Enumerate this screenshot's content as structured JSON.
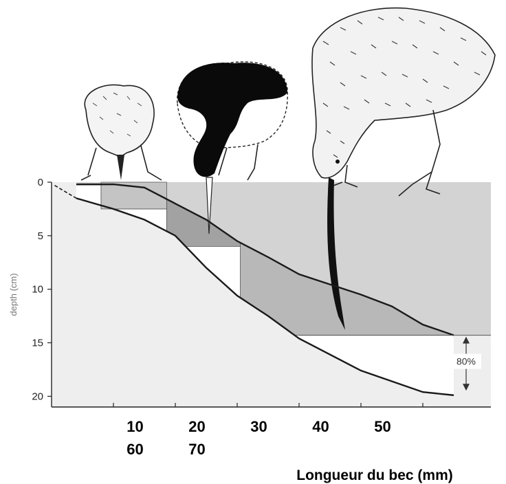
{
  "chart_data": {
    "type": "area",
    "title": "",
    "ylabel": "depth (cm)",
    "xlabel": "Longueur du bec (mm)",
    "ylim": [
      0,
      21
    ],
    "y_inverted": true,
    "y_ticks": [
      0,
      5,
      10,
      15,
      20
    ],
    "x_tick_rows": [
      [
        "10",
        "20",
        "30",
        "40",
        "50"
      ],
      [
        "60",
        "70",
        "",
        "",
        ""
      ]
    ],
    "series": [
      {
        "name": "",
        "x": [
          4,
          10,
          15,
          20,
          25,
          30,
          35,
          40,
          50,
          55,
          60,
          65
        ],
        "values": [
          1.5,
          2.5,
          3.5,
          5,
          8,
          10.6,
          12.5,
          14.6,
          17.6,
          18.6,
          19.6,
          19.9
        ]
      },
      {
        "name": "",
        "x": [
          4,
          10,
          15,
          20,
          25,
          30,
          35,
          40,
          50,
          55,
          60,
          65
        ],
        "values": [
          0.2,
          0.2,
          0.5,
          2,
          3.5,
          5.5,
          7,
          8.6,
          10.5,
          11.6,
          13.3,
          14.3
        ]
      }
    ],
    "annotations": {
      "range_label": "80%"
    },
    "colors": {
      "substrate": "#eeeeee",
      "accessible": "#d3d3d3",
      "bird_zone_1": "#c4c4c4",
      "bird_zone_2": "#a2a2a2",
      "bird_zone_3": "#b8b8b8",
      "outline": "#1a1a1a"
    }
  }
}
